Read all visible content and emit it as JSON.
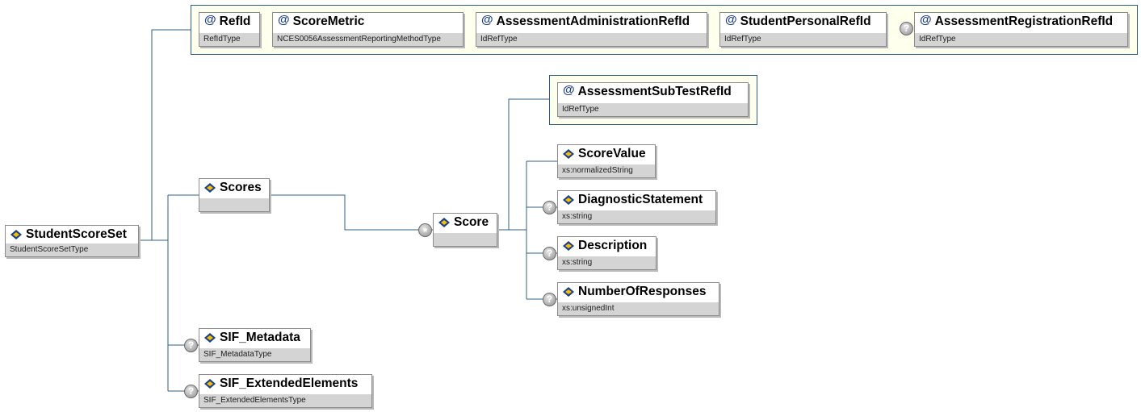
{
  "diagram": {
    "attributes": [
      {
        "name": "RefId",
        "type": "RefIdType",
        "optional": false
      },
      {
        "name": "ScoreMetric",
        "type": "NCES0056AssessmentReportingMethodType",
        "optional": false
      },
      {
        "name": "AssessmentAdministrationRefId",
        "type": "IdRefType",
        "optional": false
      },
      {
        "name": "StudentPersonalRefId",
        "type": "IdRefType",
        "optional": false
      },
      {
        "name": "AssessmentRegistrationRefId",
        "type": "IdRefType",
        "optional": true
      }
    ],
    "root": {
      "name": "StudentScoreSet",
      "type": "StudentScoreSetType"
    },
    "scores": {
      "name": "Scores",
      "type": ""
    },
    "score": {
      "name": "Score",
      "type": "",
      "cardinality": "*"
    },
    "subtest_attribute": {
      "name": "AssessmentSubTestRefId",
      "type": "IdRefType"
    },
    "score_children": [
      {
        "name": "ScoreValue",
        "type": "xs:normalizedString",
        "optional": false
      },
      {
        "name": "DiagnosticStatement",
        "type": "xs:string",
        "optional": true
      },
      {
        "name": "Description",
        "type": "xs:string",
        "optional": true
      },
      {
        "name": "NumberOfResponses",
        "type": "xs:unsignedInt",
        "optional": true
      }
    ],
    "metadata": {
      "name": "SIF_Metadata",
      "type": "SIF_MetadataType",
      "optional": true
    },
    "extended": {
      "name": "SIF_ExtendedElements",
      "type": "SIF_ExtendedElementsType",
      "optional": true
    },
    "badges": {
      "optional": "?",
      "unbounded": "*"
    }
  },
  "colors": {
    "connector": "#2f5f80",
    "attr_group_fill": "#ffffee",
    "type_band": "#d4d4d4",
    "icon_blue": "#1d3f8f",
    "icon_yellow": "#f2c200"
  }
}
